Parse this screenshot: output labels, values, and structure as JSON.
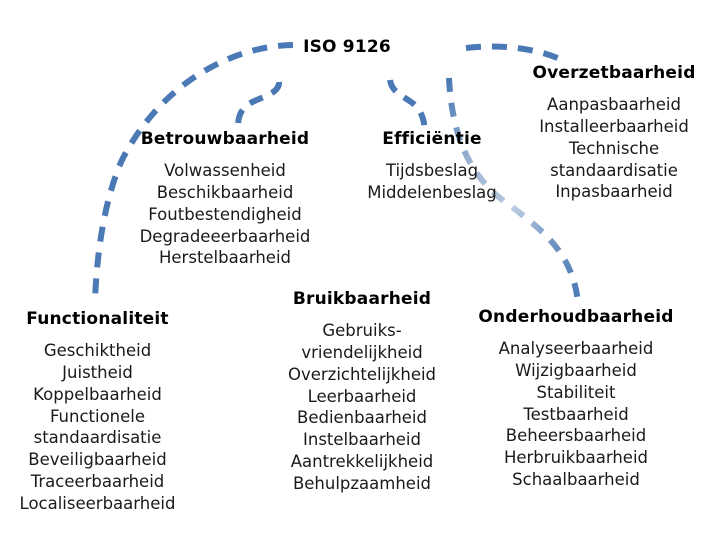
{
  "diagram": {
    "title": "ISO 9126",
    "palette": {
      "line_dark": "#4A79B5",
      "line_mid": "#8FAACE",
      "line_light": "#C3D2E6",
      "text": "#1a1a1a",
      "heading": "#000000",
      "background": "#ffffff"
    },
    "root": {
      "label": "ISO 9126"
    },
    "groups": [
      {
        "id": "betrouwbaarheid",
        "title": "Betrouwbaarheid",
        "items": [
          "Volwassenheid",
          "Beschikbaarheid",
          "Foutbestendigheid",
          "Degradeeerbaarheid",
          "Herstelbaarheid"
        ]
      },
      {
        "id": "efficientie",
        "title": "Efficiëntie",
        "items": [
          "Tijdsbeslag",
          "Middelenbeslag"
        ]
      },
      {
        "id": "overzetbaarheid",
        "title": "Overzetbaarheid",
        "items": [
          "Aanpasbaarheid",
          "Installeerbaarheid",
          "Technische",
          "standaardisatie",
          "Inpasbaarheid"
        ]
      },
      {
        "id": "functionaliteit",
        "title": "Functionaliteit",
        "items": [
          "Geschiktheid",
          "Juistheid",
          "Koppelbaarheid",
          "Functionele",
          "standaardisatie",
          "Beveiligbaarheid",
          "Traceerbaarheid",
          "Localiseerbaarheid"
        ]
      },
      {
        "id": "bruikbaarheid",
        "title": "Bruikbaarheid",
        "items": [
          "Gebruiks-",
          "vriendelijkheid",
          "Overzichtelijkheid",
          "Leerbaarheid",
          "Bedienbaarheid",
          "Instelbaarheid",
          "Aantrekkelijkheid",
          "Behulpzaamheid"
        ]
      },
      {
        "id": "onderhoudbaarheid",
        "title": "Onderhoudbaarheid",
        "items": [
          "Analyseerbaarheid",
          "Wijzigbaarheid",
          "Stabiliteit",
          "Testbaarheid",
          "Beheersbaarheid",
          "Herbruikbaarheid",
          "Schaalbaarheid"
        ]
      }
    ]
  }
}
